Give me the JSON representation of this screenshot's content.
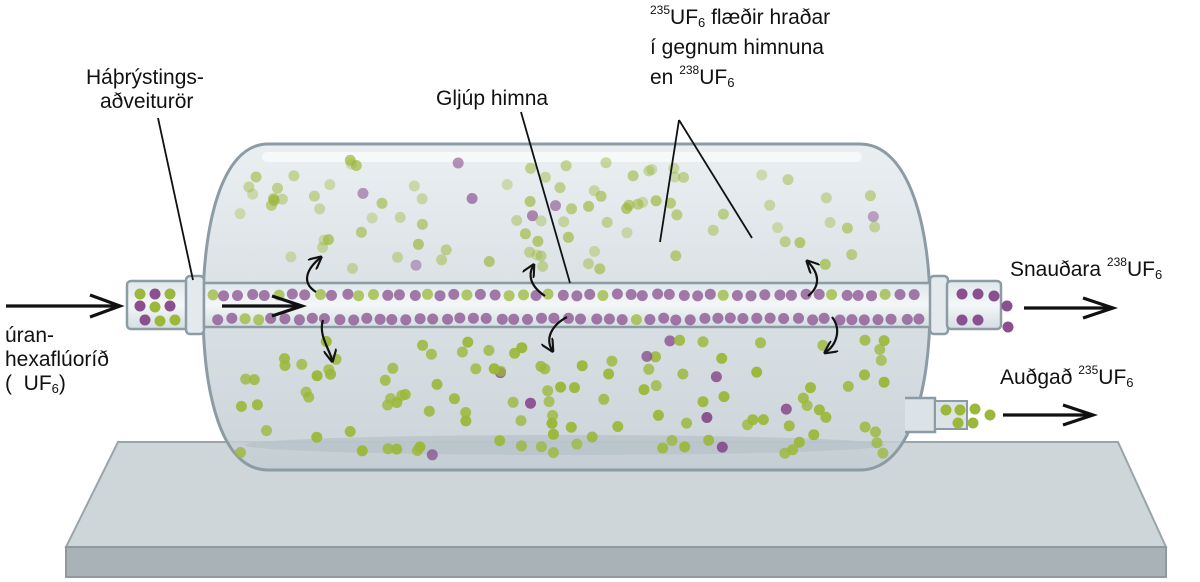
{
  "labels": {
    "feed_tube": [
      "Háþrýstings-",
      "aðveiturör"
    ],
    "membrane": "Gljúp himna",
    "diffusion": {
      "line1_iso": "235",
      "line1_text": "UF",
      "line1_sub": "6",
      "line1_rest": " flæðir hraðar",
      "line2": "í gegnum himnuna",
      "line3_pre": "en ",
      "line3_iso": "238",
      "line3_text": "UF",
      "line3_sub": "6"
    },
    "input": {
      "line1": "úran-",
      "line2": "hexaflúoríð",
      "line3_pre": "(  ",
      "line3_text": "UF",
      "line3_sub": "6",
      "line3_post": ")"
    },
    "depleted": {
      "text": "Snauðara ",
      "iso": "238",
      "formula": "UF",
      "sub": "6"
    },
    "enriched": {
      "text": "Auðgað ",
      "iso": "235",
      "formula": "UF",
      "sub": "6"
    }
  },
  "colors": {
    "u235_molecule": "#9bb83a",
    "u238_molecule": "#8a4f8f",
    "vessel_glass": "#cdd6dc",
    "vessel_outline": "#8c9ba4",
    "base_top": "#cfd6da",
    "base_front": "#a9b2b7"
  }
}
